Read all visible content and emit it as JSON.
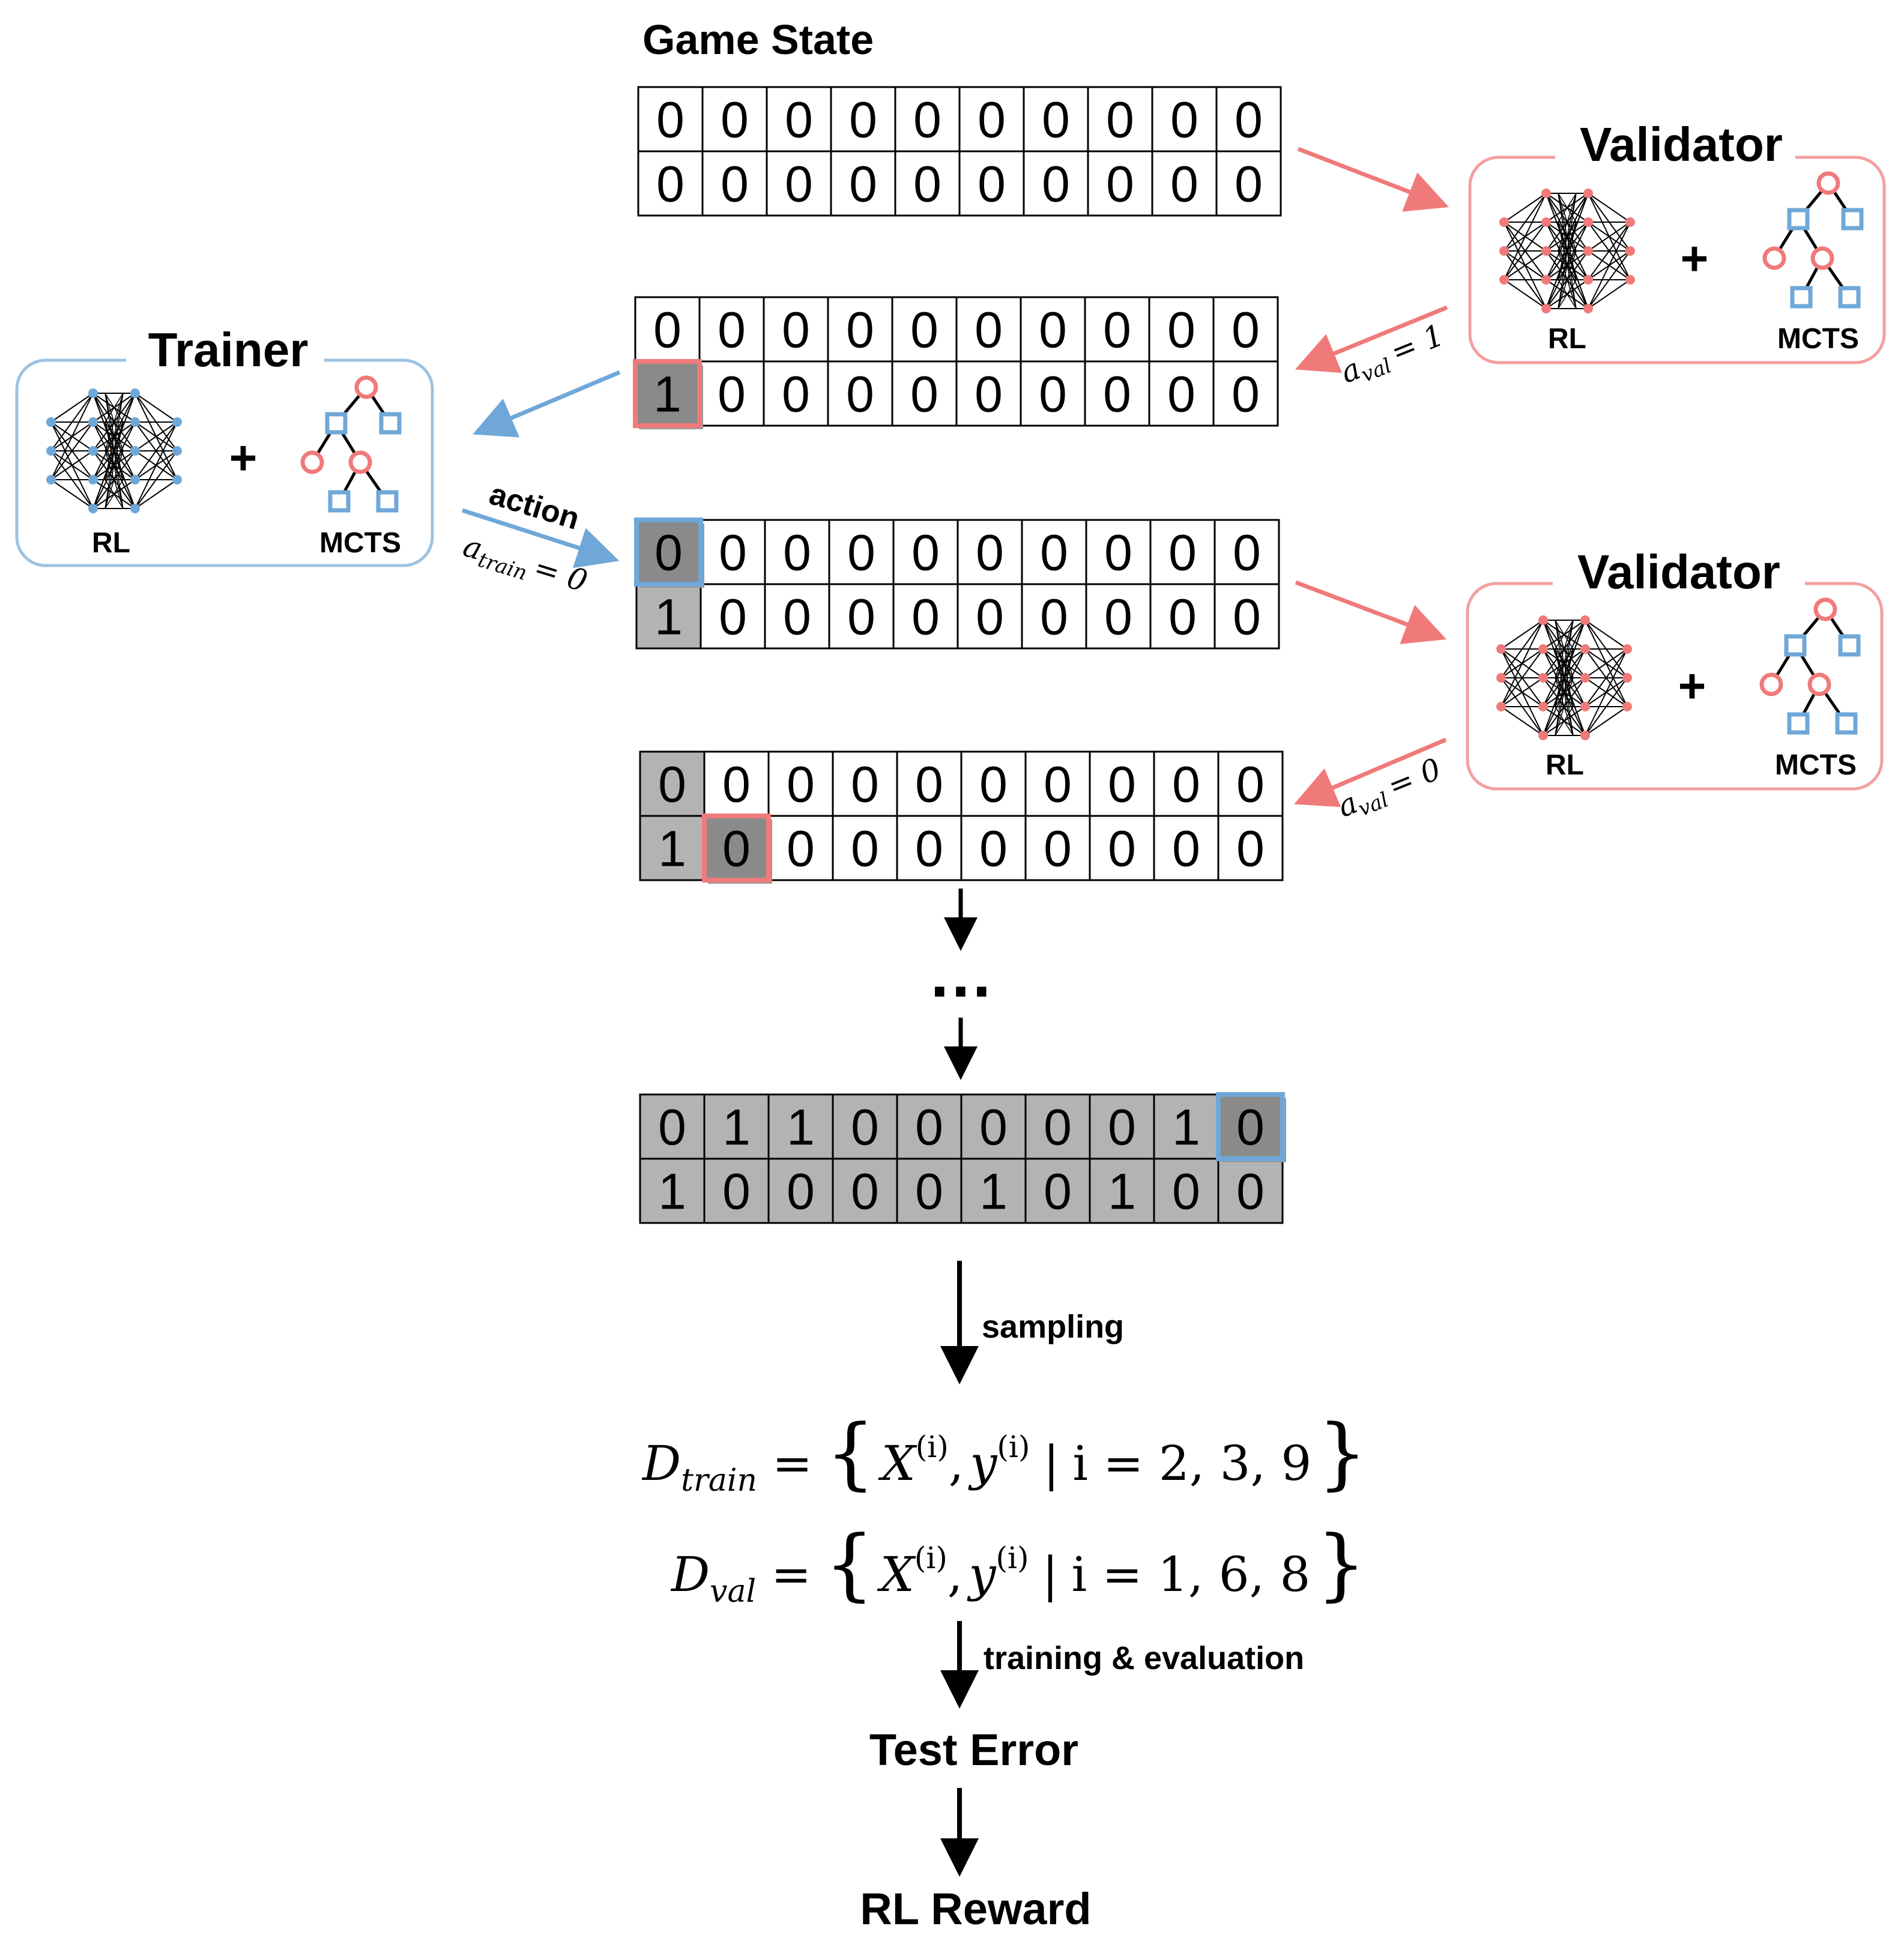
{
  "title": "Game State",
  "trainer": {
    "title": "Trainer",
    "rl_label": "RL",
    "mcts_label": "MCTS",
    "plus": "+"
  },
  "validators": [
    {
      "title": "Validator",
      "rl_label": "RL",
      "mcts_label": "MCTS",
      "plus": "+"
    },
    {
      "title": "Validator",
      "rl_label": "RL",
      "mcts_label": "MCTS",
      "plus": "+"
    }
  ],
  "arrow_labels": {
    "action": "action",
    "a_train": {
      "var": "a",
      "sub": "train",
      "rel": "= 0"
    },
    "a_val_1": {
      "var": "a",
      "sub": "val",
      "rel": "= 1"
    },
    "a_val_0": {
      "var": "a",
      "sub": "val",
      "rel": "= 0"
    },
    "ellipsis": "…",
    "sampling": "sampling",
    "training_evaluation": "training & evaluation"
  },
  "grids": [
    {
      "name": "state-0",
      "rows": [
        [
          0,
          0,
          0,
          0,
          0,
          0,
          0,
          0,
          0,
          0
        ],
        [
          0,
          0,
          0,
          0,
          0,
          0,
          0,
          0,
          0,
          0
        ]
      ],
      "shaded": [],
      "highlight": null
    },
    {
      "name": "state-1",
      "rows": [
        [
          0,
          0,
          0,
          0,
          0,
          0,
          0,
          0,
          0,
          0
        ],
        [
          1,
          0,
          0,
          0,
          0,
          0,
          0,
          0,
          0,
          0
        ]
      ],
      "shaded": [
        [
          1,
          0
        ]
      ],
      "highlight": {
        "cell": [
          1,
          0
        ],
        "color": "red"
      }
    },
    {
      "name": "state-2",
      "rows": [
        [
          0,
          0,
          0,
          0,
          0,
          0,
          0,
          0,
          0,
          0
        ],
        [
          1,
          0,
          0,
          0,
          0,
          0,
          0,
          0,
          0,
          0
        ]
      ],
      "shaded": [
        [
          0,
          0
        ],
        [
          1,
          0
        ]
      ],
      "highlight": {
        "cell": [
          0,
          0
        ],
        "color": "blue"
      }
    },
    {
      "name": "state-3",
      "rows": [
        [
          0,
          0,
          0,
          0,
          0,
          0,
          0,
          0,
          0,
          0
        ],
        [
          1,
          0,
          0,
          0,
          0,
          0,
          0,
          0,
          0,
          0
        ]
      ],
      "shaded": [
        [
          0,
          0
        ],
        [
          1,
          0
        ],
        [
          1,
          1
        ]
      ],
      "highlight": {
        "cell": [
          1,
          1
        ],
        "color": "red"
      }
    },
    {
      "name": "state-final",
      "rows": [
        [
          0,
          1,
          1,
          0,
          0,
          0,
          0,
          0,
          1,
          0
        ],
        [
          1,
          0,
          0,
          0,
          0,
          1,
          0,
          1,
          0,
          0
        ]
      ],
      "shaded": "all",
      "highlight": {
        "cell": [
          0,
          9
        ],
        "color": "blue"
      }
    }
  ],
  "equations": {
    "d_train": {
      "symbol": "D",
      "sub": "train",
      "eq": "=",
      "body": "X",
      "sup": "(i)",
      "sep": ",",
      "body2": "y",
      "sup2": "(i)",
      "bar": "|",
      "cond": "i = 2, 3, 9"
    },
    "d_val": {
      "symbol": "D",
      "sub": "val",
      "eq": "=",
      "body": "X",
      "sup": "(i)",
      "sep": ",",
      "body2": "y",
      "sup2": "(i)",
      "bar": "|",
      "cond": "i = 1, 6, 8"
    }
  },
  "outputs": {
    "test_error": "Test Error",
    "rl_reward": "RL Reward"
  },
  "colors": {
    "red": "#f07a7a",
    "blue": "#6fa8d8",
    "shade": "#b3b3b3",
    "shade_dark": "#8a8a8a",
    "box_red": "#f2a0a0",
    "box_blue": "#9cc3e3"
  }
}
